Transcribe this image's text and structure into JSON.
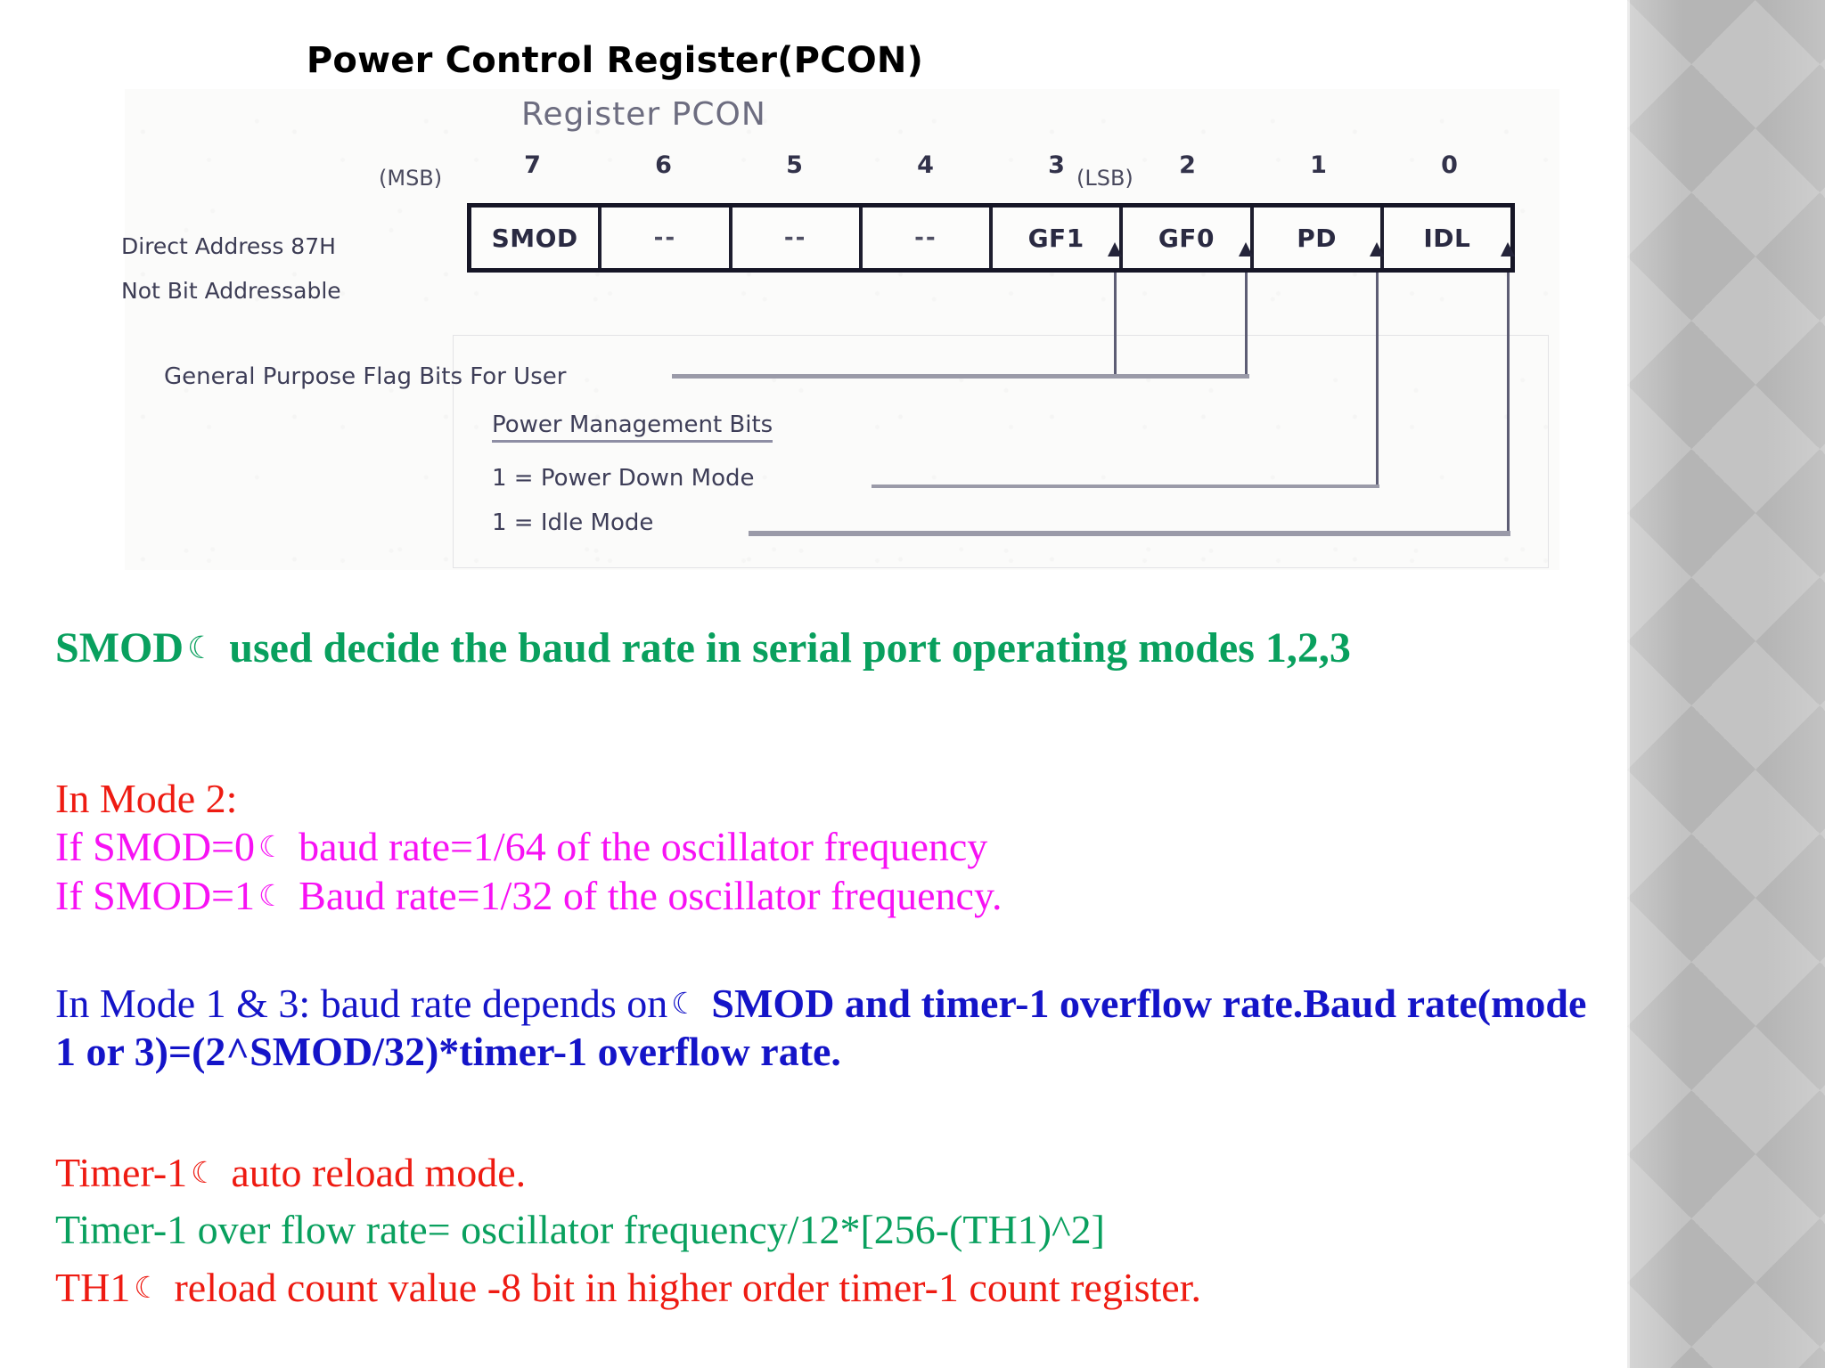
{
  "slide": {
    "title": "Power Control Register(PCON)"
  },
  "figure": {
    "subtitle": "Register PCON",
    "msb_label": "(MSB)",
    "lsb_label": "(LSB)",
    "left_labels": {
      "direct_address": "Direct Address 87H",
      "addressability": "Not Bit Addressable"
    },
    "bit_numbers": [
      "7",
      "6",
      "5",
      "4",
      "3",
      "2",
      "1",
      "0"
    ],
    "bit_names": [
      "SMOD",
      "--",
      "--",
      "--",
      "GF1",
      "GF0",
      "PD",
      "IDL"
    ],
    "callouts": {
      "general_purpose": "General Purpose Flag Bits For User",
      "power_management": "Power Management Bits",
      "power_down": "1 = Power Down Mode",
      "idle": "1 = Idle Mode"
    }
  },
  "content": {
    "smod_heading": {
      "label": "SMOD",
      "arrow": "☾",
      "text": "used decide the baud rate in serial port operating modes 1,2,3"
    },
    "mode2": {
      "heading": "In Mode 2:",
      "line1_pre": "If SMOD=0",
      "line1_arrow": "☾",
      "line1_post": "baud rate=1/64 of the oscillator frequency",
      "line2_pre": "If SMOD=1",
      "line2_arrow": "☾",
      "line2_post": "Baud rate=1/32 of the oscillator frequency."
    },
    "mode13": {
      "pre": "In Mode 1 & 3: baud rate depends on",
      "arrow": "☾",
      "bold": "SMOD and timer-1 overflow rate.Baud rate(mode 1 or 3)=(2^SMOD/32)*timer-1 overflow rate."
    },
    "timer": {
      "line1_pre": "Timer-1",
      "line1_arrow": "☾",
      "line1_post": "auto reload mode.",
      "line2": "Timer-1 over flow rate= oscillator frequency/12*[256-(TH1)^2]",
      "line3_pre": "TH1",
      "line3_arrow": "☾",
      "line3_post": "reload count value -8 bit  in higher order  timer-1 count register."
    }
  },
  "colors": {
    "green": "#09a05e",
    "red": "#ee1b12",
    "magenta": "#f711f4",
    "blue": "#1414c8",
    "sidebar": "#bdbdbd"
  }
}
